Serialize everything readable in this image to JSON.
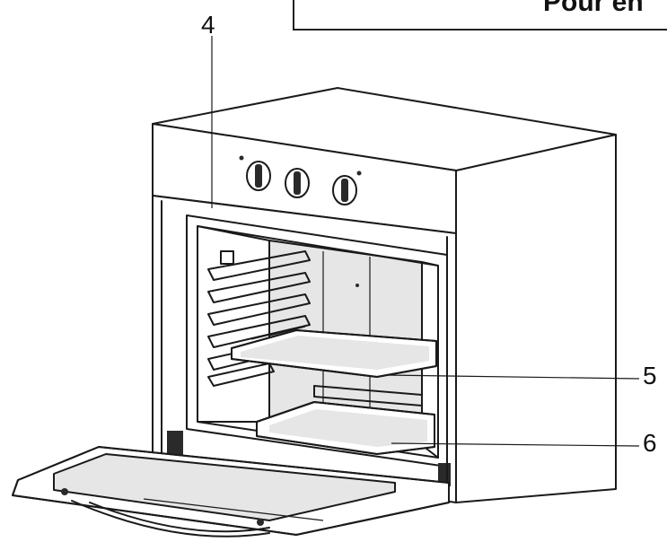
{
  "header": {
    "title_fragment": "Pour en"
  },
  "callouts": {
    "label_4": "4",
    "label_5": "5",
    "label_6": "6"
  }
}
